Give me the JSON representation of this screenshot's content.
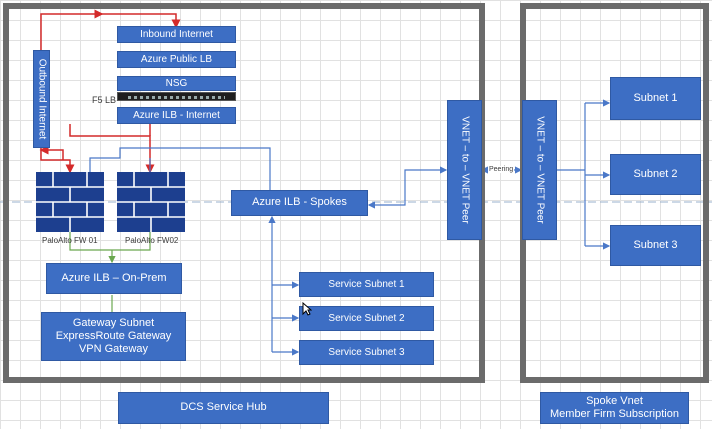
{
  "hub": {
    "inbound_internet": "Inbound Internet",
    "azure_public_lb": "Azure Public LB",
    "nsg": "NSG",
    "f5_label": "F5 LB",
    "azure_ilb_internet": "Azure ILB - Internet",
    "outbound_internet": "Outbound Internet",
    "fw1_label": "PaloAlto FW 01",
    "fw2_label": "PaloAlto FW02",
    "azure_ilb_onprem": "Azure ILB – On-Prem",
    "gateway": [
      "Gateway Subnet",
      "ExpressRoute Gateway",
      "VPN Gateway"
    ],
    "azure_ilb_spokes": "Azure ILB - Spokes",
    "service_subnets": [
      "Service Subnet 1",
      "Service Subnet 2",
      "Service Subnet 3"
    ],
    "vnet_peer": "VNET – to – VNET Peer",
    "caption": "DCS Service Hub"
  },
  "peering_label": "Peering",
  "spoke": {
    "vnet_peer": "VNET – to – VNET Peer",
    "subnets": [
      "Subnet 1",
      "Subnet 2",
      "Subnet 3"
    ],
    "caption": [
      "Spoke Vnet",
      "Member Firm Subscription"
    ]
  },
  "colors": {
    "box": "#3d6ec4",
    "frame": "#6b6b6b",
    "red_line": "#d42a2a",
    "blue_line": "#4a78c8",
    "green_line": "#6aa84f",
    "wall": "#1d3f8f"
  }
}
